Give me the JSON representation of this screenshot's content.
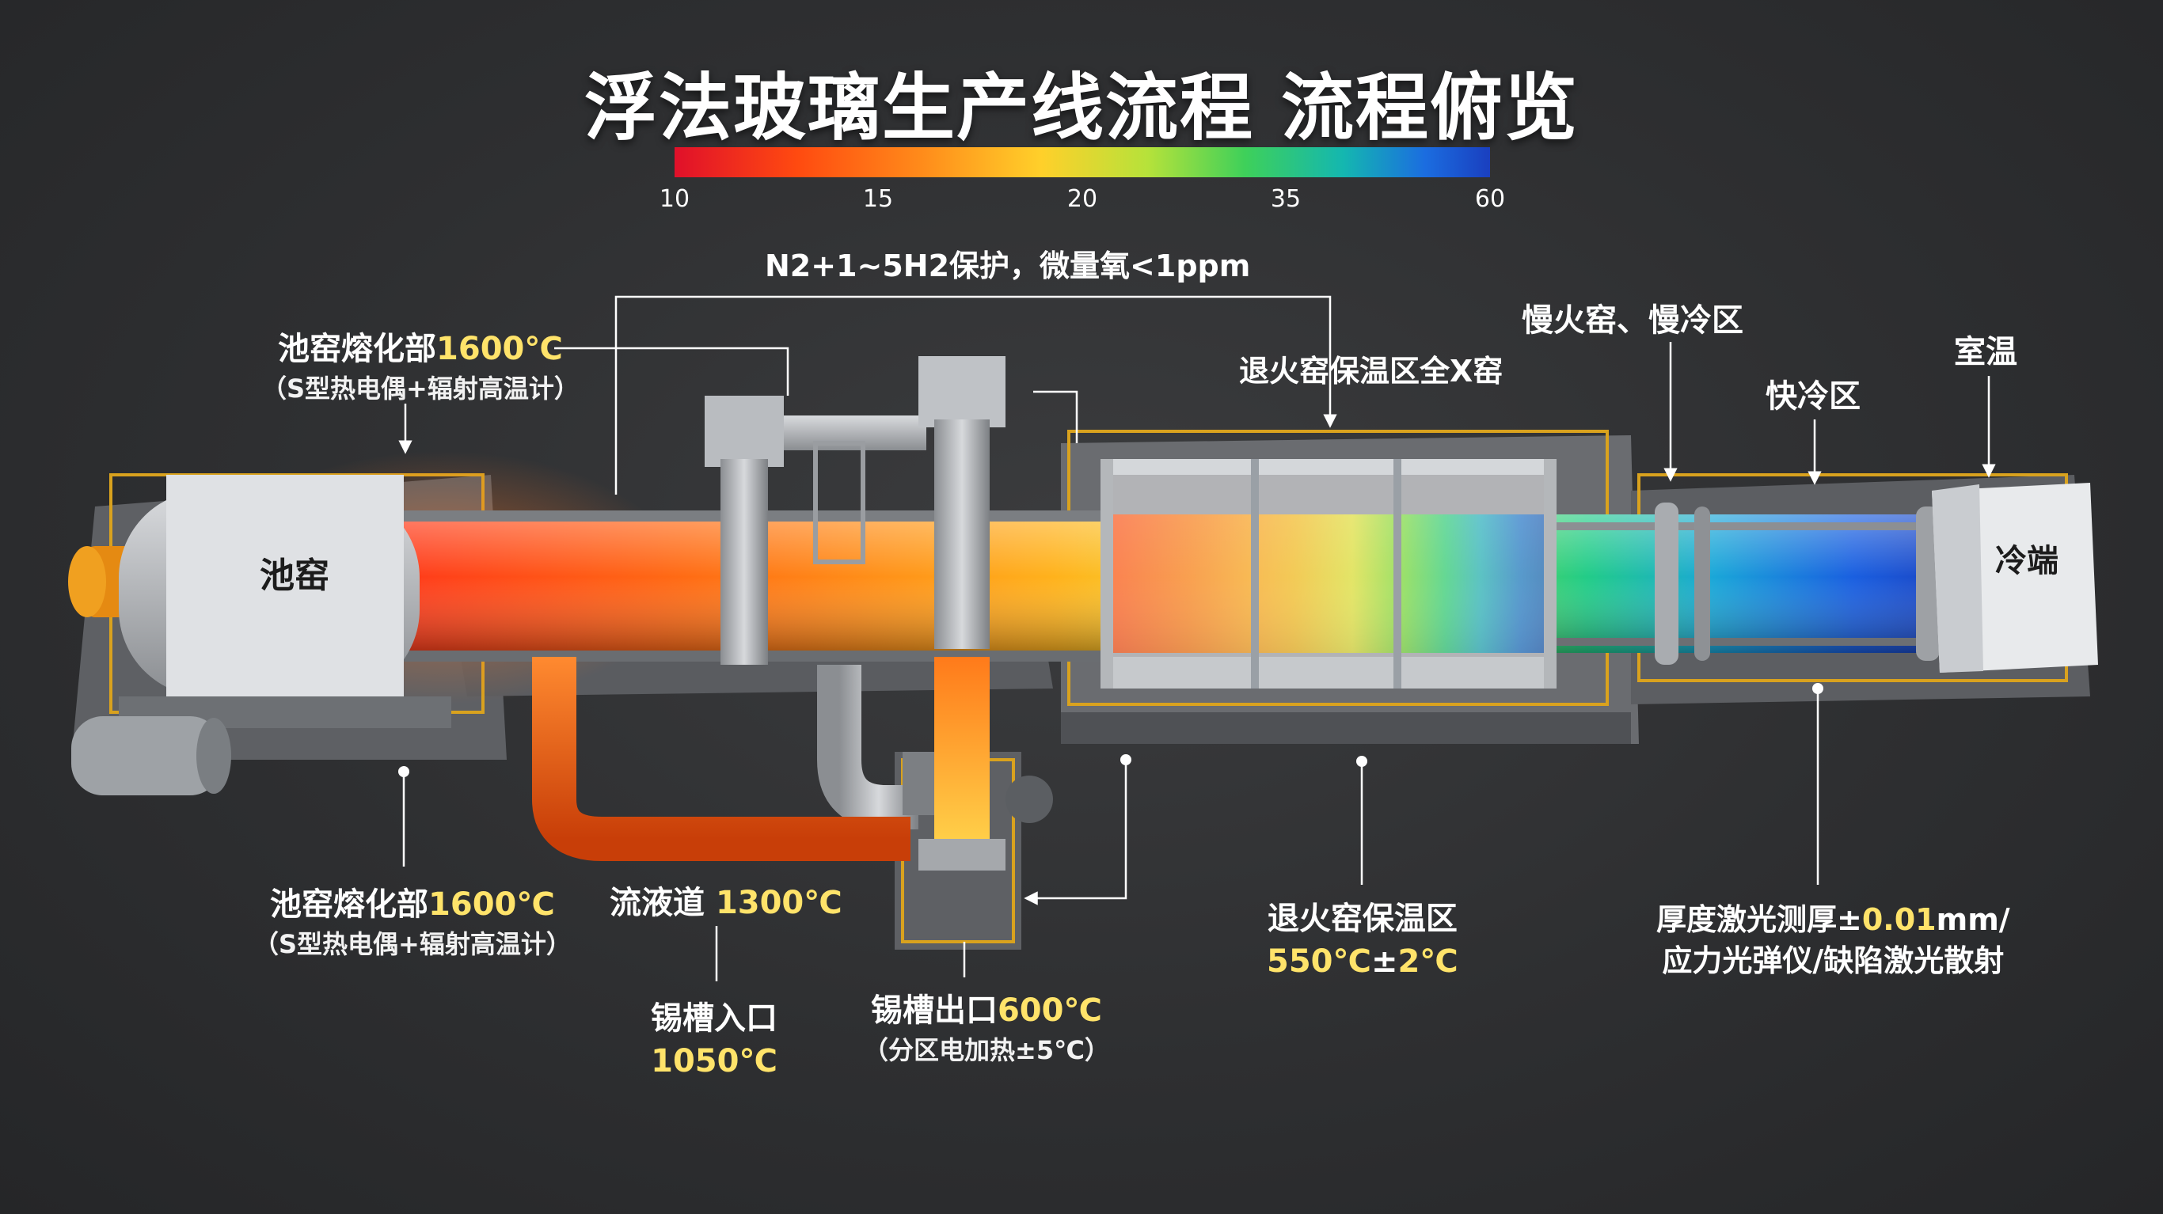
{
  "title": "浮法玻璃生产线流程 流程俯览",
  "colorbar": {
    "ticks": [
      "10",
      "15",
      "20",
      "35",
      "60"
    ]
  },
  "atmosphere_note": "N2+1~5H2保护，微量氧<1ppm",
  "equipment": {
    "furnace": "池窑",
    "cold_end": "冷端"
  },
  "labels": {
    "furnace_top": {
      "name": "池窑熔化部",
      "temp": "1600℃",
      "sub": "（S型热电偶+辐射高温计）"
    },
    "annealing_top": "退火窑保温区全X窑",
    "slow_cool": "慢火窑、慢冷区",
    "fast_cool": "快冷区",
    "room_temp": "室温",
    "furnace_bottom": {
      "name": "池窑熔化部",
      "temp": "1600℃",
      "sub": "（S型热电偶+辐射高温计）"
    },
    "flow_channel": {
      "name": "流液道 ",
      "temp": "1300℃"
    },
    "tin_inlet": {
      "name": "锡槽入口",
      "temp": "1050℃"
    },
    "tin_outlet": {
      "name": "锡槽出口",
      "temp": "600℃",
      "sub": "（分区电加热±5℃）"
    },
    "annealing_bottom": {
      "name": "退火窑保温区",
      "temp1": "550℃",
      "sep": "±",
      "temp2": "2℃"
    },
    "measure": {
      "line1a": "厚度激光测厚±",
      "line1b": "0.01",
      "line1c": "mm/",
      "line2": "应力光弹仪/缺陷激光散射"
    }
  },
  "colors": {
    "accent_yellow": "#ffe36a",
    "background": "#2e2f31"
  }
}
